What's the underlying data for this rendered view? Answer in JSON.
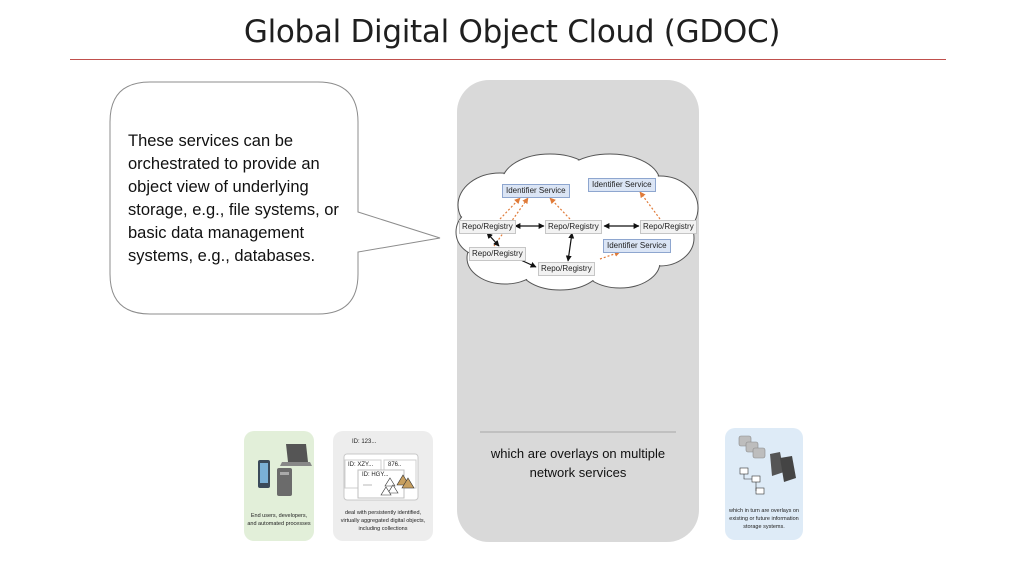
{
  "title": "Global Digital Object Cloud (GDOC)",
  "callout": {
    "text": "These services can be orchestrated to provide an object view of underlying storage, e.g., file systems, or basic data management systems, e.g., databases."
  },
  "cloud": {
    "identifier_services": [
      "Identifier Service",
      "Identifier Service",
      "Identifier Service"
    ],
    "repositories": [
      "Repo/Registry",
      "Repo/Registry",
      "Repo/Registry",
      "Repo/Registry",
      "Repo/Registry"
    ]
  },
  "overlay_text": "which are overlays on multiple network services",
  "cards": {
    "users": {
      "caption": "End users, developers, and automated processes"
    },
    "objects": {
      "caption": "deal with persistently identified, virtually aggregated digital objects, including collections",
      "id_labels": [
        "ID: 123...",
        "ID: XZY...",
        "876..",
        "ID: HGY..."
      ]
    },
    "storage": {
      "caption": "which in turn are overlays on existing or future information storage systems."
    }
  },
  "colors": {
    "rule": "#c0504d",
    "cloud_panel": "#d9d9d9",
    "service_box": "#dbe5f5",
    "users_card": "#e2efd9",
    "objects_card": "#ededed",
    "storage_card": "#deebf7",
    "dashed_arrow": "#e07b39"
  }
}
